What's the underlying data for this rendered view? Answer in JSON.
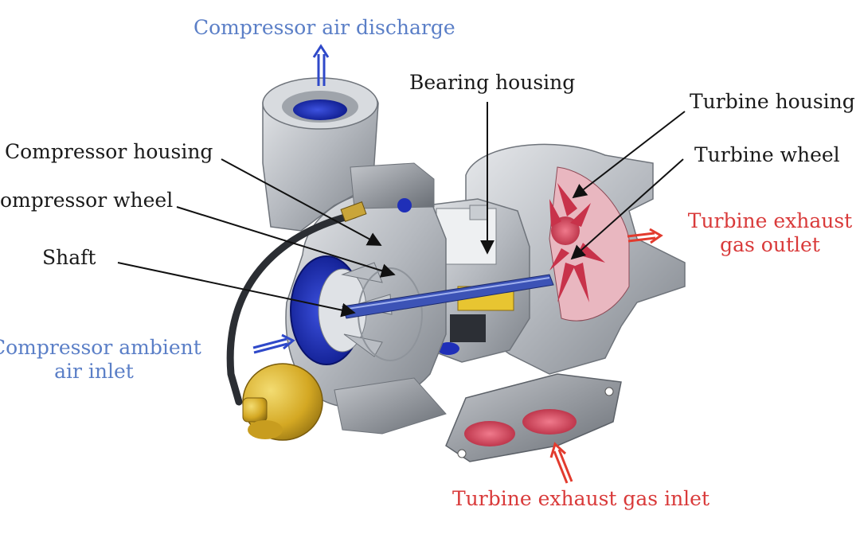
{
  "labels": {
    "compressor_air_discharge": "Compressor air discharge",
    "bearing_housing": "Bearing housing",
    "turbine_housing": "Turbine housing",
    "compressor_housing": "Compressor housing",
    "turbine_wheel": "Turbine wheel",
    "compressor_wheel": "ompressor wheel",
    "turbine_exhaust_gas_outlet": [
      "Turbine exhaust",
      "gas outlet"
    ],
    "shaft": "Shaft",
    "compressor_ambient_air_inlet": [
      "Compressor ambient",
      "air inlet"
    ],
    "turbine_exhaust_gas_inlet": "Turbine exhaust gas inlet"
  },
  "colors": {
    "label_text": "#1a1a1a",
    "compressor_flow": "#5b7fc7",
    "turbine_flow": "#d93a3a",
    "flow_arrow_blue": "#2f49c9",
    "flow_arrow_red": "#e23b2e",
    "housing_metal": "#b9bcc1",
    "compressor_inlet_blue": "#1f2fb8",
    "turbine_red": "#c8324a",
    "actuator_gold": "#d4a823"
  }
}
